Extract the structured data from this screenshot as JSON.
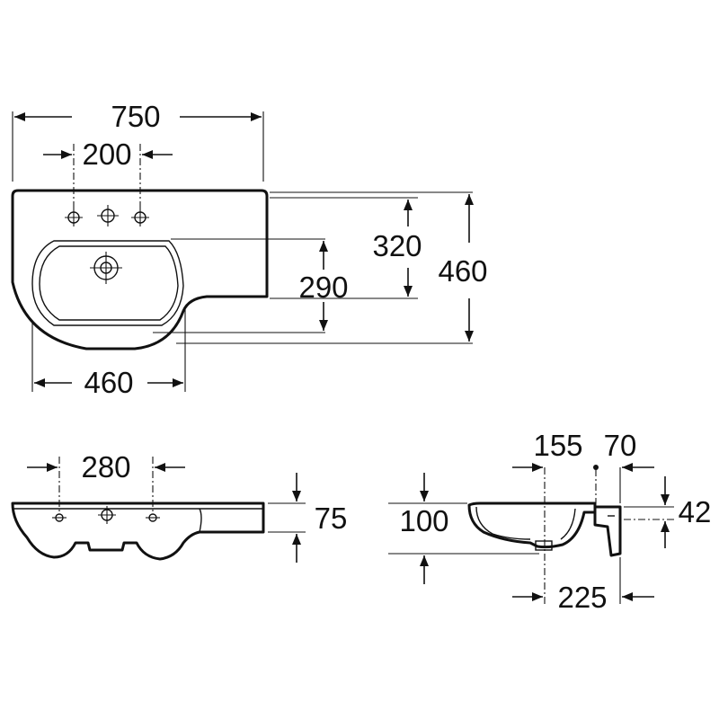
{
  "drawing": {
    "colors": {
      "line": "#111111",
      "background": "#ffffff"
    },
    "top_view": {
      "overall_width": "750",
      "tap_hole_spacing": "200",
      "bowl_depth": "320",
      "overall_depth": "460",
      "bowl_inner_depth": "290",
      "bowl_width": "460"
    },
    "front_view": {
      "tap_spacing": "280",
      "rim_height": "75"
    },
    "side_view": {
      "outlet_offset": "155",
      "wall_offset": "70",
      "bowl_height": "100",
      "fixing_height": "42",
      "projection": "225"
    }
  }
}
